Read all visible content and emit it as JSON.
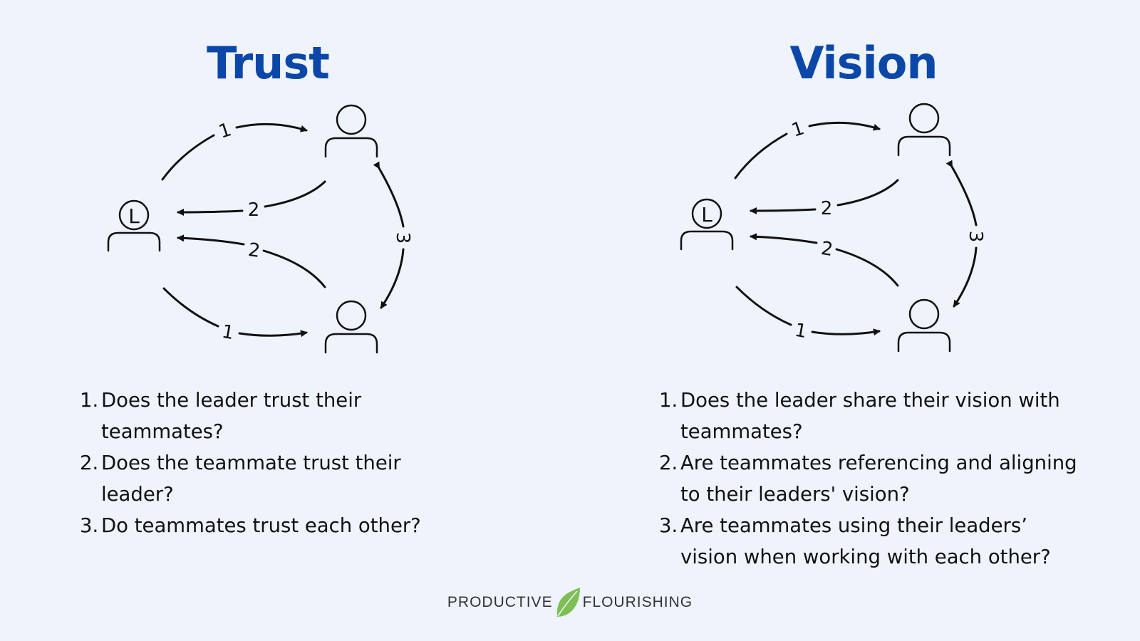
{
  "colors": {
    "title": "#0a47a8",
    "background": "#eef3fc",
    "leaf": "#7dbf55"
  },
  "panels": [
    {
      "title": "Trust",
      "leader_letter": "L",
      "edge_labels": {
        "top": "1",
        "upper_middle": "2",
        "lower_middle": "2",
        "bottom": "1",
        "side": "3"
      },
      "questions": [
        {
          "num": "1.",
          "text": "Does the leader trust their teammates?"
        },
        {
          "num": "2.",
          "text": "Does the teammate trust their leader?"
        },
        {
          "num": "3.",
          "text": "Do teammates trust each other?"
        }
      ]
    },
    {
      "title": "Vision",
      "leader_letter": "L",
      "edge_labels": {
        "top": "1",
        "upper_middle": "2",
        "lower_middle": "2",
        "bottom": "1",
        "side": "3"
      },
      "questions": [
        {
          "num": "1.",
          "text": "Does the leader share their vision with teammates?"
        },
        {
          "num": "2.",
          "text": "Are teammates referencing and aligning to their leaders' vision?"
        },
        {
          "num": "3.",
          "text": "Are teammates using their leaders’ vision when working with each other?"
        }
      ]
    }
  ],
  "footer": {
    "left_word": "PRODUCTIVE",
    "right_word": "FLOURISHING",
    "logo_icon": "leaf-icon"
  }
}
